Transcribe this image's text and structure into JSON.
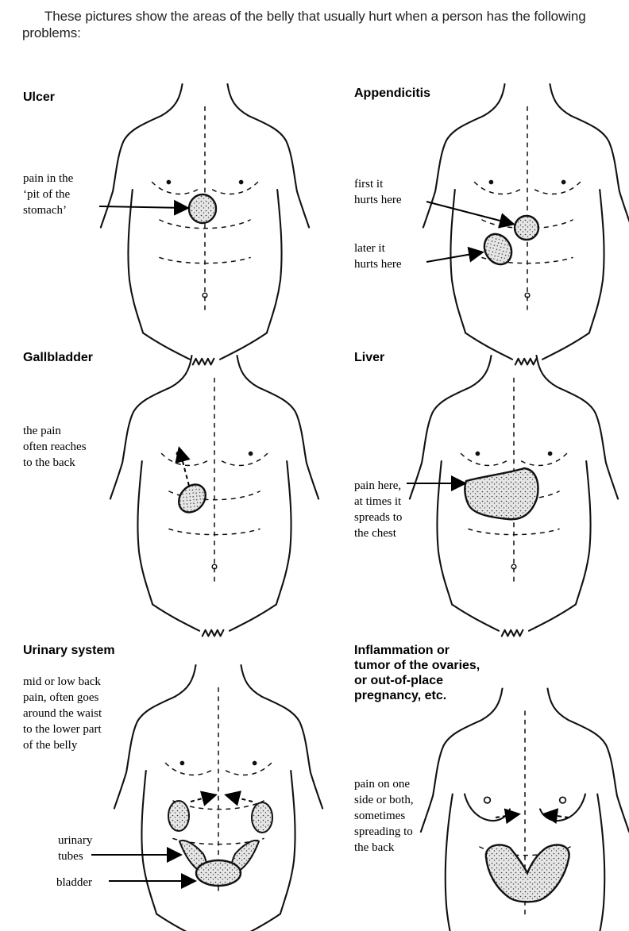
{
  "intro": "These pictures show the areas of the belly that usually hurt when a person has the following problems:",
  "panels": {
    "ulcer": {
      "title": "Ulcer",
      "label": [
        "pain in the",
        "‘pit of the",
        "stomach’"
      ]
    },
    "appendicitis": {
      "title": "Appendicitis",
      "label_first": [
        "first it",
        "hurts here"
      ],
      "label_later": [
        "later it",
        "hurts here"
      ]
    },
    "gallbladder": {
      "title": "Gallbladder",
      "label": [
        "the pain",
        "often reaches",
        "to the back"
      ]
    },
    "liver": {
      "title": "Liver",
      "label": [
        "pain here,",
        "at times it",
        "spreads to",
        "the chest"
      ]
    },
    "urinary": {
      "title": "Urinary system",
      "label": [
        "mid or low back",
        "pain, often goes",
        "around the waist",
        "to the lower part",
        "of the belly"
      ],
      "label_tubes": [
        "urinary",
        "tubes"
      ],
      "label_bladder": [
        "bladder"
      ]
    },
    "ovaries": {
      "title": [
        "Inflammation or",
        "tumor of the ovaries,",
        "or out-of-place",
        "pregnancy, etc."
      ],
      "label": [
        "pain on one",
        "side or both,",
        "sometimes",
        "spreading to",
        "the back"
      ]
    }
  },
  "colors": {
    "ink": "#111111",
    "shading": "#d8d8d8"
  }
}
